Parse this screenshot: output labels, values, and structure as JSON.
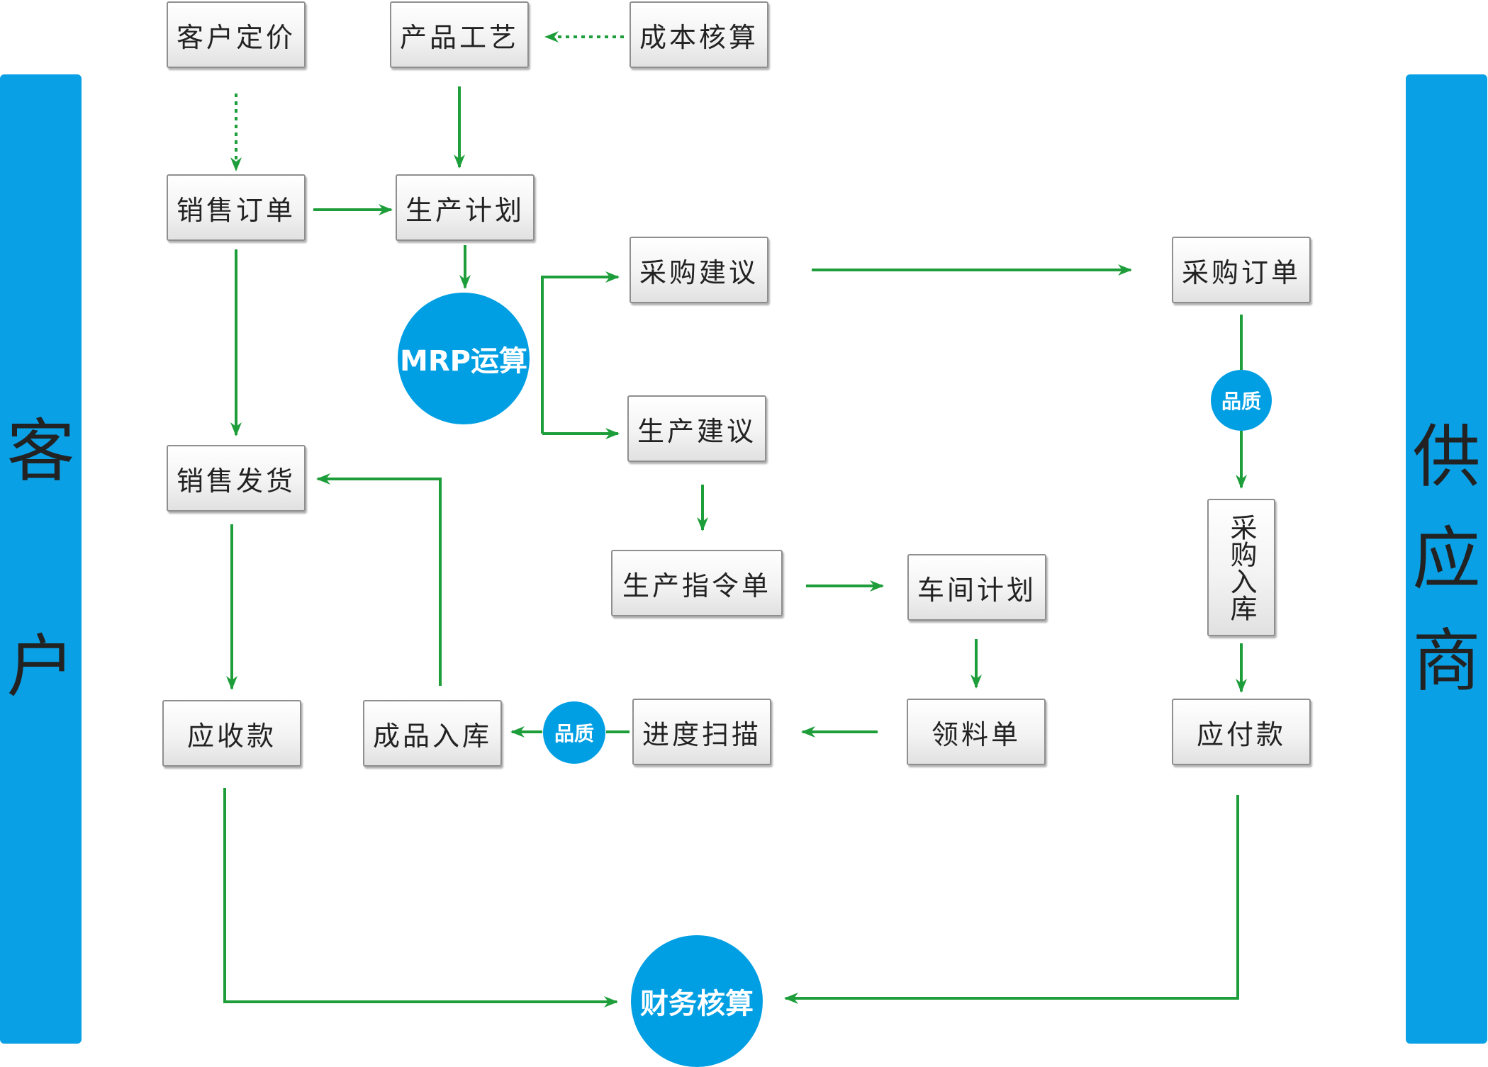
{
  "colors": {
    "bar": "#0aa0e6",
    "circle": "#009fe3",
    "arrow": "#1e9e3a"
  },
  "sidebars": {
    "customer": {
      "char1": "客",
      "char2": "户"
    },
    "supplier": {
      "char1": "供",
      "char2": "应",
      "char3": "商"
    }
  },
  "nodes": {
    "customer_pricing": "客户定价",
    "product_process": "产品工艺",
    "cost_accounting": "成本核算",
    "sales_order": "销售订单",
    "production_plan": "生产计划",
    "mrp": "MRP运算",
    "purchase_suggestion": "采购建议",
    "purchase_order": "采购订单",
    "production_suggestion": "生产建议",
    "sales_delivery": "销售发货",
    "production_instruction": "生产指令单",
    "workshop_plan": "车间计划",
    "purchase_receipt": "采购入库",
    "receivable": "应收款",
    "finished_goods_receipt": "成品入库",
    "quality_production": "品质",
    "progress_scan": "进度扫描",
    "material_requisition": "领料单",
    "quality_purchase": "品质",
    "payable": "应付款",
    "financial_accounting": "财务核算"
  }
}
